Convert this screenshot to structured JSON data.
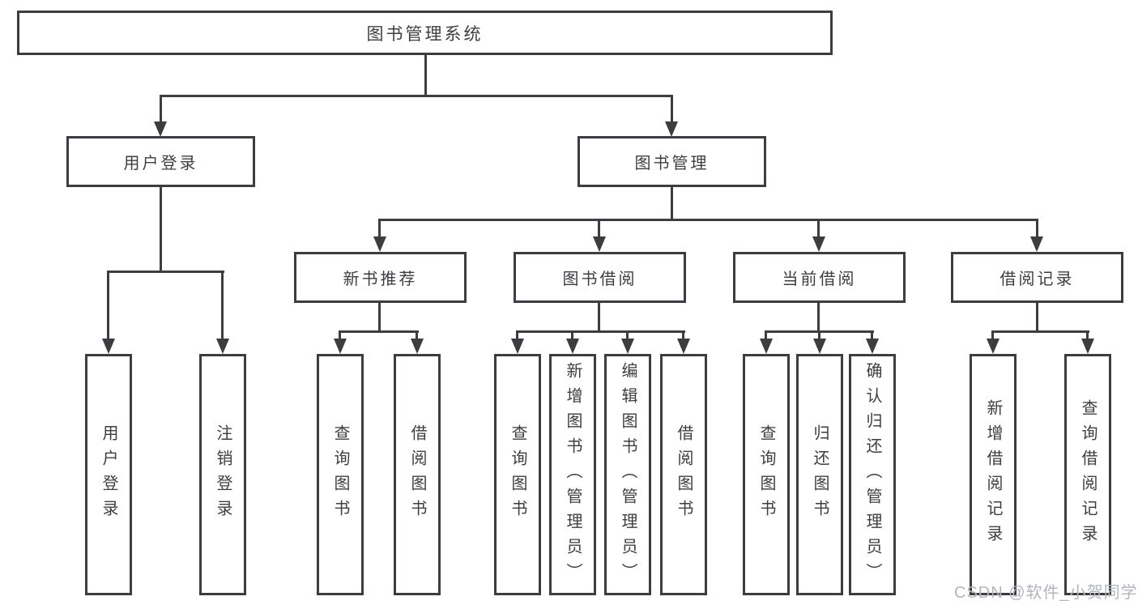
{
  "diagram": {
    "root": "图书管理系统",
    "level2": {
      "user_login": "用户登录",
      "book_mgmt": "图书管理"
    },
    "level3": {
      "new_books": "新书推荐",
      "book_borrow": "图书借阅",
      "current_borrow": "当前借阅",
      "borrow_records": "借阅记录"
    },
    "leaves": {
      "login": [
        "用户登录",
        "注销登录"
      ],
      "new_books": [
        "查询图书",
        "借阅图书"
      ],
      "book_borrow": [
        "查询图书",
        "新增图书（管理员）",
        "编辑图书（管理员）",
        "借阅图书"
      ],
      "current_borrow": [
        "查询图书",
        "归还图书",
        "确认归还（管理员）"
      ],
      "borrow_records": [
        "新增借阅记录",
        "查询借阅记录"
      ]
    }
  },
  "watermark": "CSDN @软件_小贺同学",
  "colors": {
    "line": "#3b3d40",
    "text": "#3c3e42",
    "watermark": "#b2b5ba",
    "background": "#ffffff"
  }
}
